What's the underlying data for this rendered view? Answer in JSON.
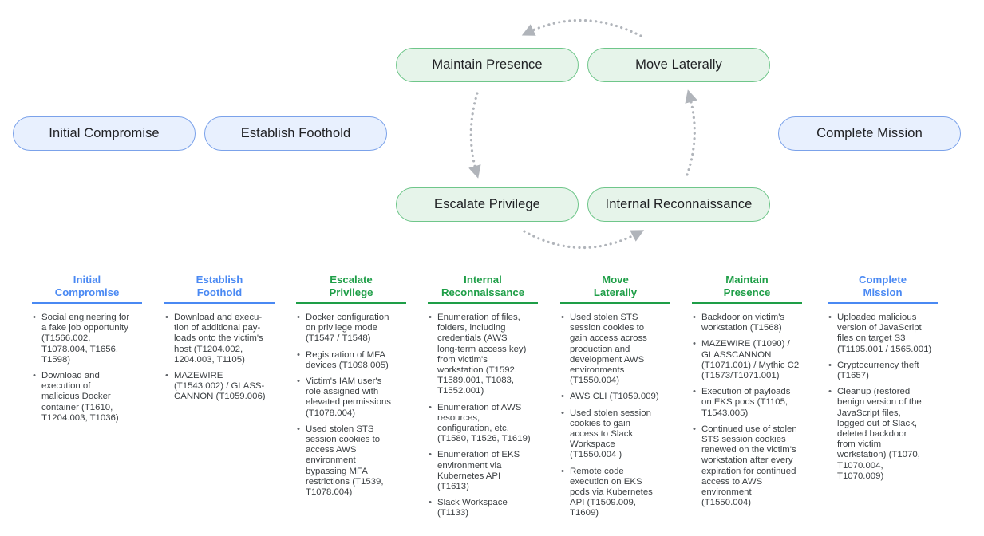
{
  "stages": {
    "initial_compromise": "Initial Compromise",
    "establish_foothold": "Establish Foothold",
    "maintain_presence": "Maintain Presence",
    "move_laterally": "Move Laterally",
    "escalate_privilege": "Escalate Privilege",
    "internal_reconnaissance": "Internal Reconnaissance",
    "complete_mission": "Complete Mission"
  },
  "columns": [
    {
      "title_lines": [
        "Initial",
        "Compromise"
      ],
      "color": "#4a89f3",
      "items": [
        [
          "Social engineering for",
          "a fake job opportunity",
          "(T1566.002,",
          "T1078.004, T1656,",
          "T1598)"
        ],
        [
          "Download and",
          "execution of",
          "malicious Docker",
          "container (T1610,",
          "T1204.003, T1036)"
        ]
      ]
    },
    {
      "title_lines": [
        "Establish",
        "Foothold"
      ],
      "color": "#4a89f3",
      "items": [
        [
          "Download and execu-",
          "tion of additional pay-",
          "loads onto the victim's",
          "host (T1204.002,",
          "1204.003, T1105)"
        ],
        [
          "MAZEWIRE",
          "(T1543.002) / GLASS-",
          "CANNON (T1059.006)"
        ]
      ]
    },
    {
      "title_lines": [
        "Escalate",
        "Privilege"
      ],
      "color": "#1e9e47",
      "items": [
        [
          "Docker configuration",
          "on privilege mode",
          "(T1547 / T1548)"
        ],
        [
          "Registration of MFA",
          "devices (T1098.005)"
        ],
        [
          "Victim's IAM user's",
          "role assigned with",
          "elevated permissions",
          "(T1078.004)"
        ],
        [
          "Used stolen STS",
          "session cookies to",
          "access AWS",
          "environment",
          "bypassing MFA",
          "restrictions (T1539,",
          "T1078.004)"
        ]
      ]
    },
    {
      "title_lines": [
        "Internal",
        "Reconnaissance"
      ],
      "color": "#1e9e47",
      "items": [
        [
          "Enumeration of files,",
          "folders, including",
          "credentials (AWS",
          "long-term access key)",
          "from victim's",
          "workstation (T1592,",
          "T1589.001, T1083,",
          "T1552.001)"
        ],
        [
          "Enumeration of AWS",
          "resources,",
          "configuration, etc.",
          "(T1580, T1526, T1619)"
        ],
        [
          "Enumeration of EKS",
          "environment via",
          "Kubernetes API",
          "(T1613)"
        ],
        [
          "Slack Workspace",
          "(T1133)"
        ]
      ]
    },
    {
      "title_lines": [
        "Move",
        "Laterally"
      ],
      "color": "#1e9e47",
      "items": [
        [
          "Used stolen STS",
          "session cookies to",
          "gain access across",
          "production and",
          "development AWS",
          "environments",
          "(T1550.004)"
        ],
        [
          "AWS CLI (T1059.009)"
        ],
        [
          "Used stolen session",
          "cookies to gain",
          "access to Slack",
          "Workspace",
          "(T1550.004 )"
        ],
        [
          "Remote code",
          "execution on EKS",
          "pods via Kubernetes",
          "API (T1509.009,",
          "T1609)"
        ]
      ]
    },
    {
      "title_lines": [
        "Maintain",
        "Presence"
      ],
      "color": "#1e9e47",
      "items": [
        [
          "Backdoor on victim's",
          "workstation (T1568)"
        ],
        [
          "MAZEWIRE (T1090) /",
          "GLASSCANNON",
          "(T1071.001) / Mythic C2",
          "(T1573/T1071.001)"
        ],
        [
          "Execution of payloads",
          "on EKS pods (T1105,",
          "T1543.005)"
        ],
        [
          "Continued use of stolen",
          "STS session cookies",
          "renewed on the victim's",
          "workstation after every",
          "expiration for continued",
          "access to AWS",
          "environment",
          "(T1550.004)"
        ]
      ]
    },
    {
      "title_lines": [
        "Complete",
        "Mission"
      ],
      "color": "#4a89f3",
      "items": [
        [
          "Uploaded malicious",
          "version of JavaScript",
          "files on target S3",
          "(T1195.001 / 1565.001)"
        ],
        [
          "Cryptocurrency theft",
          "(T1657)"
        ],
        [
          "Cleanup (restored",
          "benign version of the",
          "JavaScript files,",
          "logged out of Slack,",
          "deleted backdoor",
          "from victim",
          "workstation) (T1070,",
          "T1070.004,",
          "T1070.009)"
        ]
      ]
    }
  ]
}
